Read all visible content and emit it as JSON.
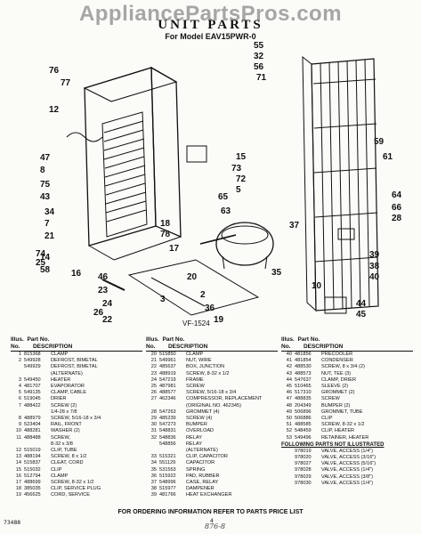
{
  "watermark": "AppliancePartsPros.com",
  "header": {
    "title": "UNIT PARTS",
    "subtitle": "For Model EAV15PWR-0"
  },
  "diagram": {
    "code": "VF-1524",
    "callouts": [
      "76",
      "77",
      "12",
      "47",
      "8",
      "75",
      "43",
      "34",
      "7",
      "21",
      "14",
      "74",
      "25",
      "58",
      "16",
      "46",
      "23",
      "24",
      "26",
      "22",
      "19",
      "55",
      "32",
      "56",
      "71",
      "59",
      "61",
      "64",
      "66",
      "28",
      "15",
      "73",
      "72",
      "5",
      "65",
      "63",
      "18",
      "78",
      "17",
      "37",
      "39",
      "38",
      "40",
      "35",
      "10",
      "44",
      "45",
      "2",
      "3",
      "36",
      "20"
    ]
  },
  "table": {
    "headers": {
      "illus": "Illus.",
      "no": "No.",
      "part": "Part No.",
      "desc": "DESCRIPTION"
    },
    "col1": [
      {
        "n": "1",
        "p": "815368",
        "d": "CLAMP"
      },
      {
        "n": "2",
        "p": "549928",
        "d": "DEFROST, BIMETAL"
      },
      {
        "n": "",
        "p": "549929",
        "d": "DEFROST, BIMETAL"
      },
      {
        "n": "",
        "p": "",
        "d": "(ALTERNATE)"
      },
      {
        "n": "3",
        "p": "549450",
        "d": "HEATER"
      },
      {
        "n": "4",
        "p": "481707",
        "d": "EVAPORATOR"
      },
      {
        "n": "5",
        "p": "549135",
        "d": "CLAMP, CABLE"
      },
      {
        "n": "6",
        "p": "519045",
        "d": "DRIER"
      },
      {
        "n": "7",
        "p": "488422",
        "d": "SCREW (2)"
      },
      {
        "n": "",
        "p": "",
        "d": "1/4-28 x 7/8"
      },
      {
        "n": "8",
        "p": "488979",
        "d": "SCREW, 5/16-18 x 3/4"
      },
      {
        "n": "9",
        "p": "523404",
        "d": "RAIL, FRONT"
      },
      {
        "n": "10",
        "p": "488281",
        "d": "WASHER (2)"
      },
      {
        "n": "11",
        "p": "488488",
        "d": "SCREW,"
      },
      {
        "n": "",
        "p": "",
        "d": "8-32 x 3/8"
      },
      {
        "n": "12",
        "p": "515019",
        "d": "CLIP, TUBE"
      },
      {
        "n": "13",
        "p": "488194",
        "d": "SCREW, 8 x 1/2"
      },
      {
        "n": "14",
        "p": "515837",
        "d": "CLEAT, CORD"
      },
      {
        "n": "15",
        "p": "515032",
        "d": "CLIP"
      },
      {
        "n": "16",
        "p": "512794",
        "d": "CLAMP"
      },
      {
        "n": "17",
        "p": "488699",
        "d": "SCREW, 8-32 x 1/2"
      },
      {
        "n": "18",
        "p": "385035",
        "d": "CLIP, SERVICE PLUG"
      },
      {
        "n": "19",
        "p": "456625",
        "d": "CORD, SERVICE"
      }
    ],
    "col2": [
      {
        "n": "20",
        "p": "515850",
        "d": "CLAMP"
      },
      {
        "n": "21",
        "p": "549961",
        "d": "NUT, WIRE"
      },
      {
        "n": "22",
        "p": "485637",
        "d": "BOX, JUNCTION"
      },
      {
        "n": "23",
        "p": "488919",
        "d": "SCREW, 8-32 x 1/2"
      },
      {
        "n": "24",
        "p": "547219",
        "d": "FRAME"
      },
      {
        "n": "25",
        "p": "487981",
        "d": "SCREW"
      },
      {
        "n": "26",
        "p": "488577",
        "d": "SCREW, 5/16-18 x 3/4"
      },
      {
        "n": "27",
        "p": "462346",
        "d": "COMPRESSOR, REPLACEMENT"
      },
      {
        "n": "",
        "p": "",
        "d": "(ORIGINAL NO. 462345)"
      },
      {
        "n": "28",
        "p": "547263",
        "d": "GROMMET (4)"
      },
      {
        "n": "29",
        "p": "485239",
        "d": "SCREW (4)"
      },
      {
        "n": "30",
        "p": "547273",
        "d": "BUMPER"
      },
      {
        "n": "31",
        "p": "548831",
        "d": "OVERLOAD"
      },
      {
        "n": "32",
        "p": "548836",
        "d": "RELAY"
      },
      {
        "n": "",
        "p": "548856",
        "d": "RELAY"
      },
      {
        "n": "",
        "p": "",
        "d": "(ALTERNATE)"
      },
      {
        "n": "33",
        "p": "515321",
        "d": "CLIP, CAPACITOR"
      },
      {
        "n": "34",
        "p": "551129",
        "d": "CAPACITOR"
      },
      {
        "n": "35",
        "p": "531553",
        "d": "SPRING"
      },
      {
        "n": "36",
        "p": "515922",
        "d": "PAD, RUBBER"
      },
      {
        "n": "37",
        "p": "548996",
        "d": "CASE, RELAY"
      },
      {
        "n": "38",
        "p": "515977",
        "d": "DAMPENER"
      },
      {
        "n": "39",
        "p": "481766",
        "d": "HEAT EXCHANGER"
      }
    ],
    "col3": [
      {
        "n": "40",
        "p": "481856",
        "d": "PRECOOLER"
      },
      {
        "n": "41",
        "p": "481854",
        "d": "CONDENSER"
      },
      {
        "n": "42",
        "p": "488530",
        "d": "SCREW, 8 x 3/4 (2)"
      },
      {
        "n": "43",
        "p": "488573",
        "d": "NUT, TEE (3)"
      },
      {
        "n": "44",
        "p": "547637",
        "d": "CLAMP, DRIER"
      },
      {
        "n": "45",
        "p": "510465",
        "d": "SLEEVE (2)"
      },
      {
        "n": "46",
        "p": "517310",
        "d": "GROMMET (2)"
      },
      {
        "n": "47",
        "p": "488835",
        "d": "SCREW"
      },
      {
        "n": "48",
        "p": "204349",
        "d": "BUMPER (2)"
      },
      {
        "n": "49",
        "p": "506896",
        "d": "GROMMET, TUBE"
      },
      {
        "n": "50",
        "p": "506886",
        "d": "CLIP"
      },
      {
        "n": "51",
        "p": "488585",
        "d": "SCREW, 8-32 x 1/2"
      },
      {
        "n": "52",
        "p": "548459",
        "d": "CLIP, HEATER"
      },
      {
        "n": "53",
        "p": "549496",
        "d": "RETAINER, HEATER"
      }
    ],
    "col3_subhead": "FOLLOWING PARTS NOT ILLUSTRATED",
    "col3_extra": [
      {
        "n": "",
        "p": "978019",
        "d": "VALVE, ACCESS (1/4\")"
      },
      {
        "n": "",
        "p": "978020",
        "d": "VALVE, ACCESS (3/16\")"
      },
      {
        "n": "",
        "p": "978027",
        "d": "VALVE, ACCESS (5/16\")"
      },
      {
        "n": "",
        "p": "978028",
        "d": "VALVE, ACCESS (1/4\")"
      },
      {
        "n": "",
        "p": "978029",
        "d": "VALVE, ACCESS (3/8\")"
      },
      {
        "n": "",
        "p": "978030",
        "d": "VALVE, ACCESS (1/4\")"
      }
    ]
  },
  "footer": {
    "text": "FOR ORDERING INFORMATION REFER TO PARTS PRICE LIST",
    "page_no": "4",
    "left_code": "73488",
    "handwriting": "876-8"
  }
}
